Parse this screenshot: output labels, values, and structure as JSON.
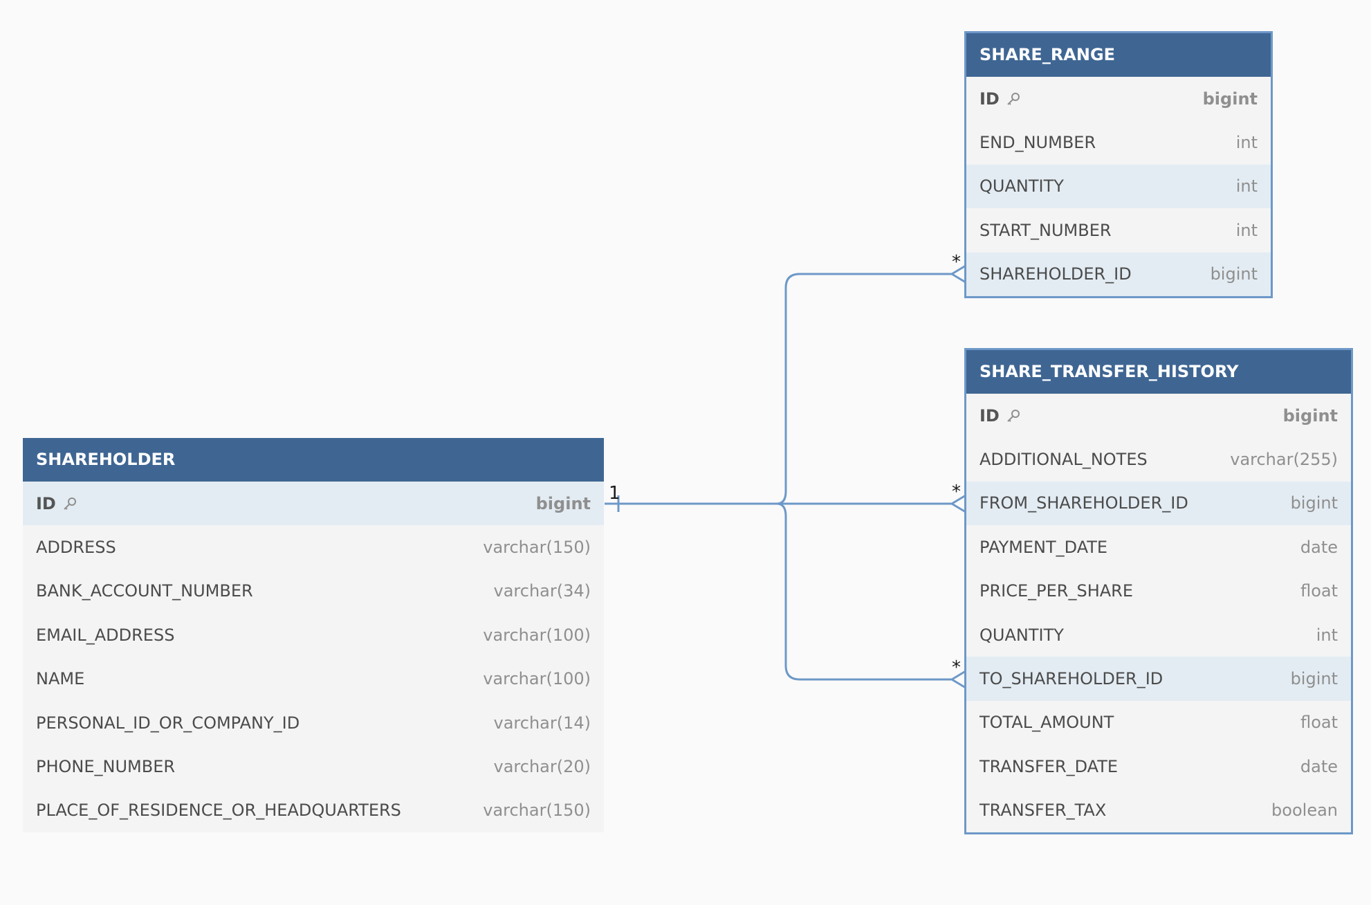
{
  "tables": {
    "share_range": {
      "name": "SHARE_RANGE",
      "columns": [
        {
          "name": "ID",
          "type": "bigint"
        },
        {
          "name": "END_NUMBER",
          "type": "int"
        },
        {
          "name": "QUANTITY",
          "type": "int"
        },
        {
          "name": "START_NUMBER",
          "type": "int"
        },
        {
          "name": "SHAREHOLDER_ID",
          "type": "bigint"
        }
      ]
    },
    "share_transfer_history": {
      "name": "SHARE_TRANSFER_HISTORY",
      "columns": [
        {
          "name": "ID",
          "type": "bigint"
        },
        {
          "name": "ADDITIONAL_NOTES",
          "type": "varchar(255)"
        },
        {
          "name": "FROM_SHAREHOLDER_ID",
          "type": "bigint"
        },
        {
          "name": "PAYMENT_DATE",
          "type": "date"
        },
        {
          "name": "PRICE_PER_SHARE",
          "type": "float"
        },
        {
          "name": "QUANTITY",
          "type": "int"
        },
        {
          "name": "TO_SHAREHOLDER_ID",
          "type": "bigint"
        },
        {
          "name": "TOTAL_AMOUNT",
          "type": "float"
        },
        {
          "name": "TRANSFER_DATE",
          "type": "date"
        },
        {
          "name": "TRANSFER_TAX",
          "type": "boolean"
        }
      ]
    },
    "shareholder": {
      "name": "SHAREHOLDER",
      "columns": [
        {
          "name": "ID",
          "type": "bigint"
        },
        {
          "name": "ADDRESS",
          "type": "varchar(150)"
        },
        {
          "name": "BANK_ACCOUNT_NUMBER",
          "type": "varchar(34)"
        },
        {
          "name": "EMAIL_ADDRESS",
          "type": "varchar(100)"
        },
        {
          "name": "NAME",
          "type": "varchar(100)"
        },
        {
          "name": "PERSONAL_ID_OR_COMPANY_ID",
          "type": "varchar(14)"
        },
        {
          "name": "PHONE_NUMBER",
          "type": "varchar(20)"
        },
        {
          "name": "PLACE_OF_RESIDENCE_OR_HEADQUARTERS",
          "type": "varchar(150)"
        }
      ]
    }
  },
  "relationships": {
    "one_label": "1",
    "many_label": "*"
  },
  "colors": {
    "header": "#3f6693",
    "connector": "#6d98c8",
    "row_highlight": "#e3ecf3",
    "table_body": "#f4f4f4",
    "background": "#fafafa"
  }
}
